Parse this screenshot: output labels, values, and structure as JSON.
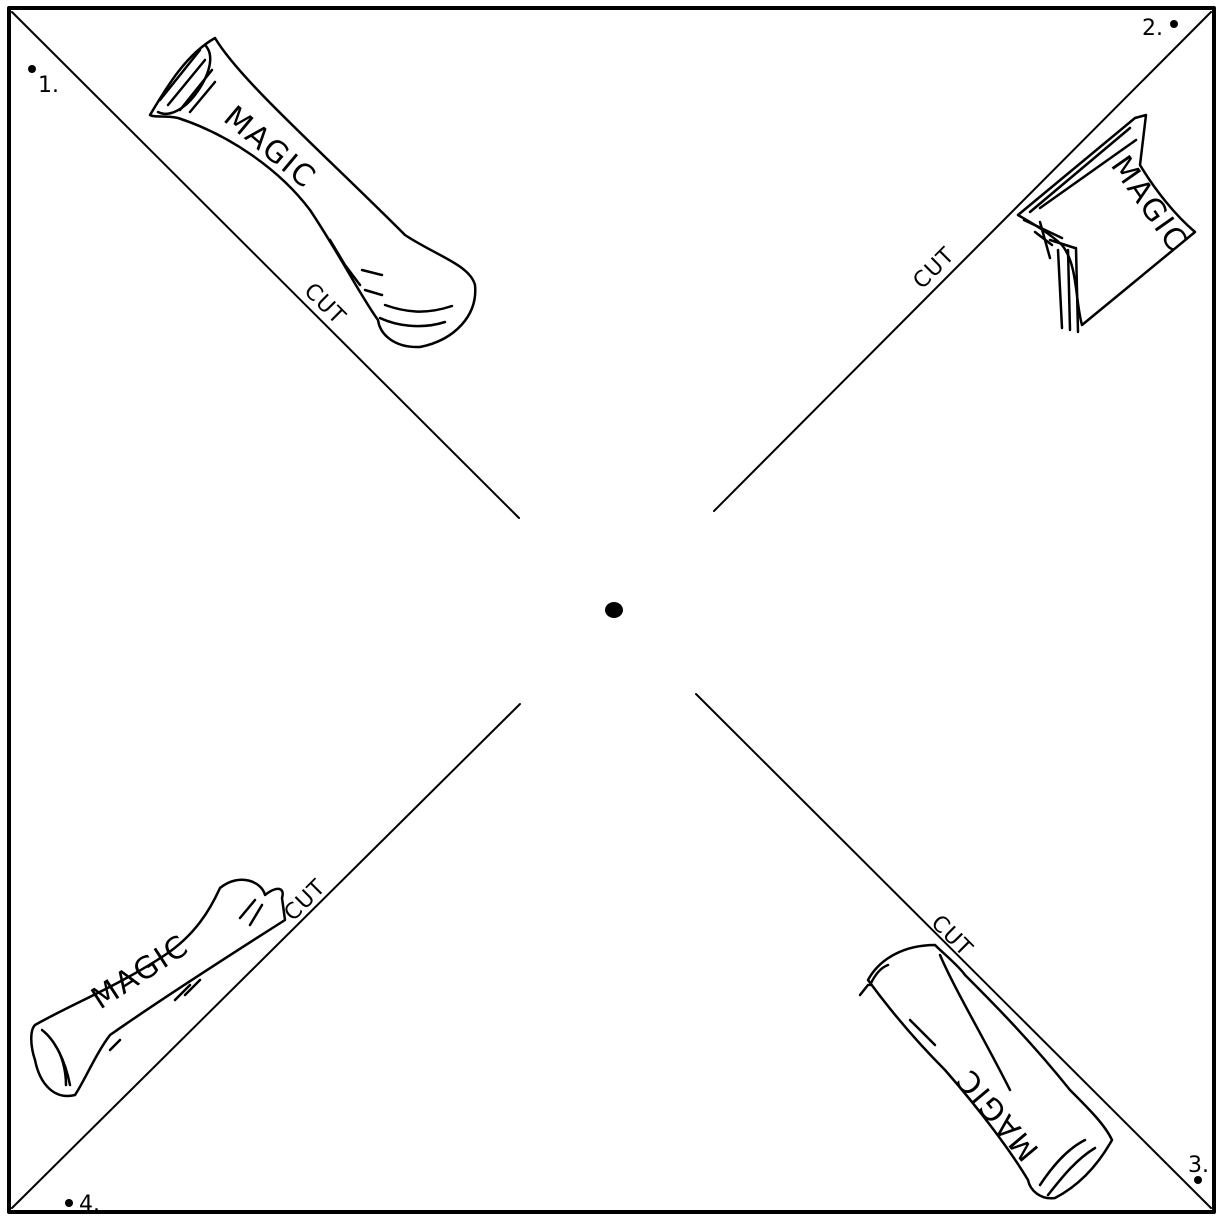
{
  "corner_labels": {
    "one": "1.",
    "two": "2.",
    "three": "3.",
    "four": "4."
  },
  "cut_labels": {
    "top_left": "CUT",
    "top_right": "CUT",
    "bottom_left": "CUT",
    "bottom_right": "CUT"
  },
  "scroll_labels": {
    "top_left": "MAGIC",
    "top_right": "MAGIC",
    "bottom_left": "MAGIC",
    "bottom_right": "MAGIC"
  },
  "colors": {
    "ink": "#000000",
    "paper": "#ffffff"
  },
  "icons": {
    "scroll": "rolled-scroll-drawing",
    "pin_hole": "filled-dot"
  }
}
